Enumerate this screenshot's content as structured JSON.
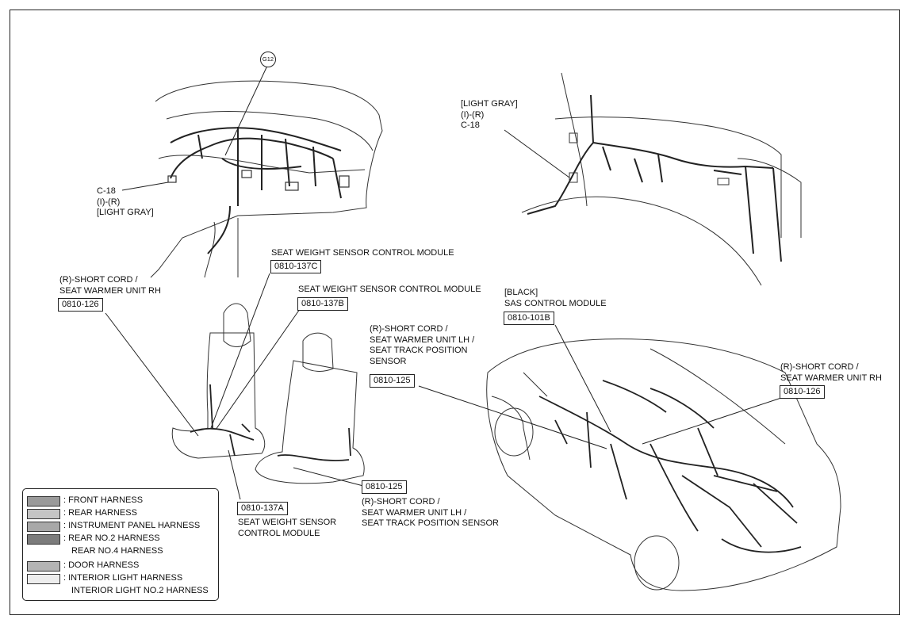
{
  "callouts": {
    "c18_left": [
      "C-18",
      "(I)-(R)",
      "[LIGHT GRAY]"
    ],
    "c18_right": [
      "[LIGHT GRAY]",
      "(I)-(R)",
      "C-18"
    ],
    "g12": "G12",
    "sws_c": {
      "name": "SEAT WEIGHT SENSOR CONTROL MODULE",
      "code": "0810-137C"
    },
    "sws_b": {
      "name": "SEAT WEIGHT SENSOR CONTROL MODULE",
      "code": "0810-137B"
    },
    "sws_a": {
      "code": "0810-137A",
      "name": [
        "SEAT WEIGHT SENSOR",
        "CONTROL MODULE"
      ]
    },
    "rh_left": {
      "name": [
        "(R)-SHORT CORD /",
        "SEAT WARMER UNIT RH"
      ],
      "code": "0810-126"
    },
    "lh_mid": {
      "name": [
        "(R)-SHORT CORD /",
        "SEAT WARMER UNIT LH /",
        "SEAT TRACK POSITION",
        "SENSOR"
      ],
      "code": "0810-125"
    },
    "lh_bottom": {
      "code": "0810-125",
      "name": [
        "(R)-SHORT CORD /",
        "SEAT WARMER UNIT LH /",
        "SEAT TRACK POSITION SENSOR"
      ]
    },
    "sas": {
      "name": [
        "[BLACK]",
        "SAS CONTROL MODULE"
      ],
      "code": "0810-101B"
    },
    "rh_right": {
      "name": [
        "(R)-SHORT CORD /",
        "SEAT WARMER UNIT RH"
      ],
      "code": "0810-126"
    }
  },
  "legend": [
    {
      "label": ": FRONT HARNESS",
      "color": "#9a9a9a"
    },
    {
      "label": ": REAR HARNESS",
      "color": "#c4c4c4"
    },
    {
      "label": ": INSTRUMENT PANEL HARNESS",
      "color": "#a8a8a8"
    },
    {
      "label": ": REAR NO.2 HARNESS",
      "sub": "REAR NO.4 HARNESS",
      "color": "#7c7c7c"
    },
    {
      "label": ": DOOR HARNESS",
      "color": "#b4b4b4"
    },
    {
      "label": ": INTERIOR LIGHT HARNESS",
      "sub": "INTERIOR LIGHT NO.2 HARNESS",
      "color": "#ededed"
    }
  ]
}
